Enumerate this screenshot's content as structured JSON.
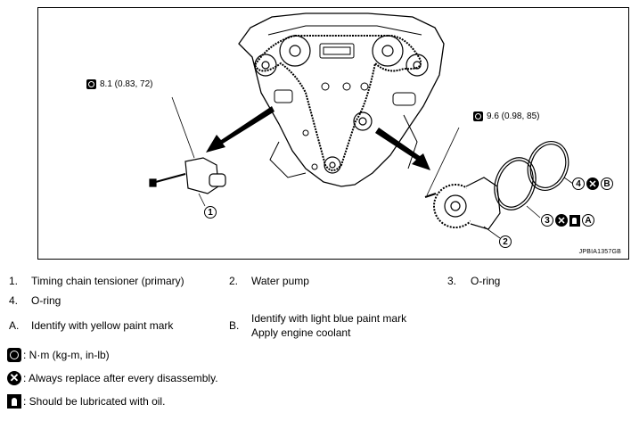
{
  "figure": {
    "torque_left": "8.1 (0.83, 72)",
    "torque_right": "9.6 (0.98, 85)",
    "ref_code": "JPBIA1357GB",
    "callouts": {
      "c1": "1",
      "c2": "2",
      "c3": "3",
      "c4": "4",
      "a": "A",
      "b": "B"
    },
    "icons": {
      "torque": "wrench-torque-icon",
      "replace": "x-replace-icon",
      "lubricate": "oil-can-icon"
    }
  },
  "parts": [
    {
      "num": "1.",
      "label": "Timing chain tensioner (primary)"
    },
    {
      "num": "2.",
      "label": "Water pump"
    },
    {
      "num": "3.",
      "label": "O-ring"
    },
    {
      "num": "4.",
      "label": "O-ring"
    }
  ],
  "notes": [
    {
      "key": "A.",
      "label": "Identify with yellow paint mark"
    },
    {
      "key": "B.",
      "label_line1": "Identify with light blue paint mark",
      "label_line2": "Apply engine coolant"
    }
  ],
  "symbols": [
    {
      "icon": "wrench-torque-icon",
      "label": ": N·m (kg-m, in-lb)"
    },
    {
      "icon": "x-replace-icon",
      "label": ": Always replace after every disassembly."
    },
    {
      "icon": "oil-can-icon",
      "label": ": Should be lubricated with oil."
    }
  ]
}
